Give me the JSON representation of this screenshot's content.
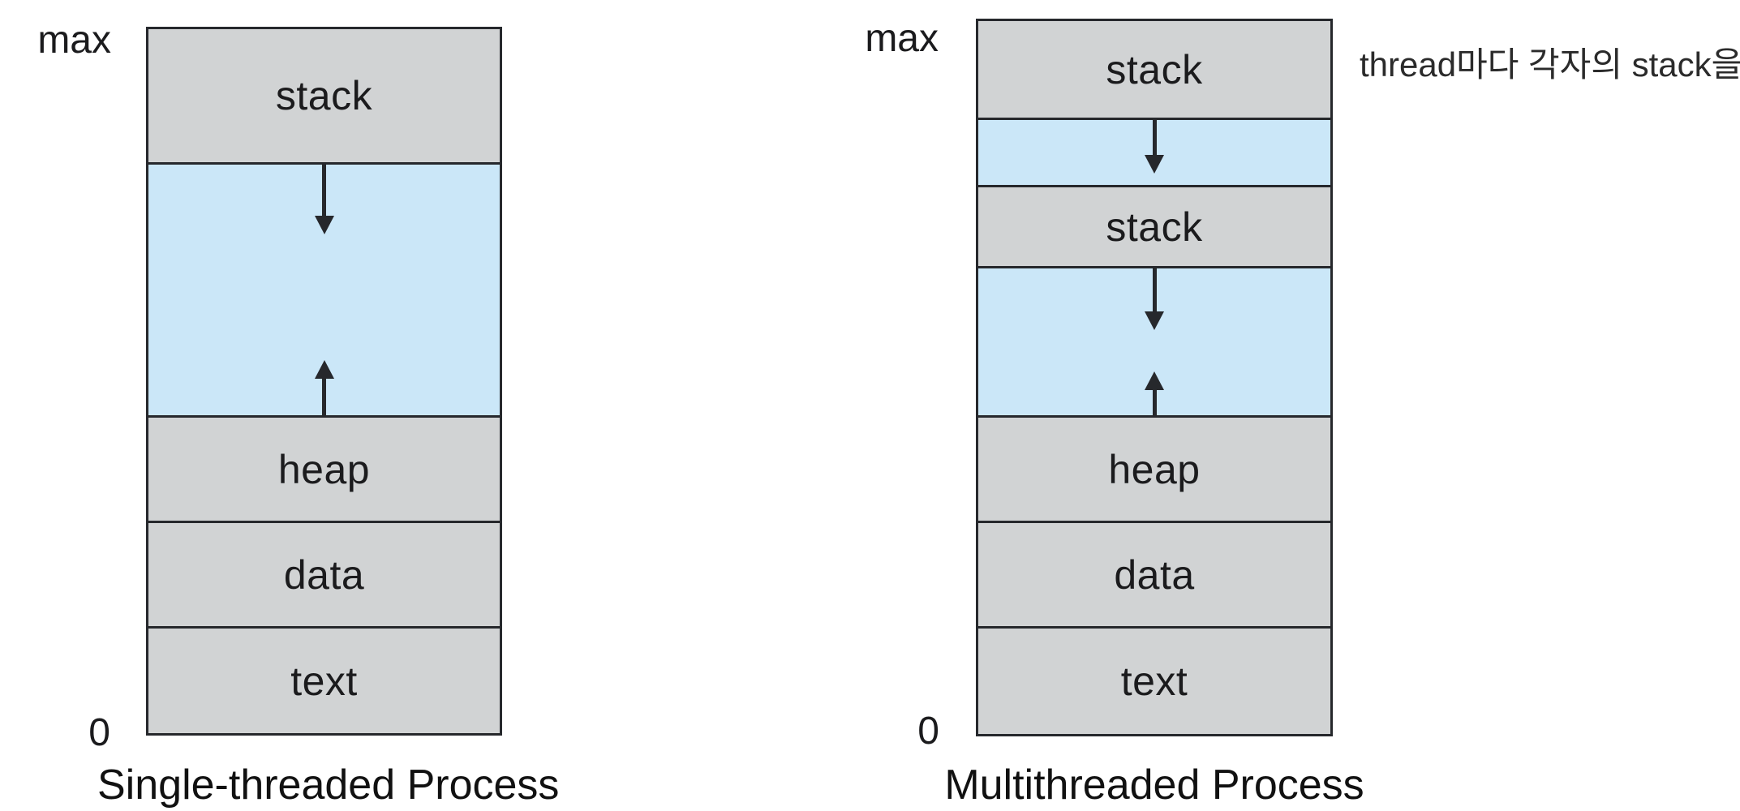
{
  "colors": {
    "gray": "#d1d3d4",
    "blue": "#cbe7f8",
    "line": "#26282c",
    "ink": "#1d1d1f"
  },
  "left": {
    "max_label": "max",
    "zero_label": "0",
    "caption": "Single-threaded Process",
    "stack_label": "stack",
    "heap_label": "heap",
    "data_label": "data",
    "text_label": "text"
  },
  "right": {
    "max_label": "max",
    "zero_label": "0",
    "caption": "Multithreaded Process",
    "stack1_label": "stack",
    "stack2_label": "stack",
    "heap_label": "heap",
    "data_label": "data",
    "text_label": "text"
  },
  "annotation": "thread마다 각자의 stack을 가짐"
}
